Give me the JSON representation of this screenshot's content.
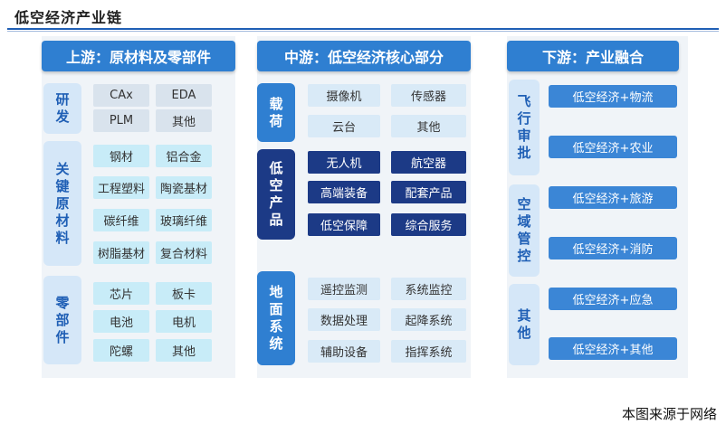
{
  "title": "低空经济产业链",
  "headers": {
    "upstream": "上游：原材料及零部件",
    "midstream": "中游：低空经济核心部分",
    "downstream": "下游：产业融合"
  },
  "upstream": {
    "rnd": {
      "label": "研发",
      "items": [
        "CAx",
        "EDA",
        "PLM",
        "其他"
      ]
    },
    "materials": {
      "label": "关键原材料",
      "items": [
        "钢材",
        "铝合金",
        "工程塑料",
        "陶瓷基材",
        "碳纤维",
        "玻璃纤维",
        "树脂基材",
        "复合材料"
      ]
    },
    "parts": {
      "label": "零部件",
      "items": [
        "芯片",
        "板卡",
        "电池",
        "电机",
        "陀螺",
        "其他"
      ]
    }
  },
  "midstream": {
    "payload": {
      "label": "载荷",
      "items": [
        "摄像机",
        "传感器",
        "云台",
        "其他"
      ]
    },
    "products": {
      "label": "低空产品",
      "items": [
        "无人机",
        "航空器",
        "高端装备",
        "配套产品",
        "低空保障",
        "综合服务"
      ]
    },
    "ground": {
      "label": "地面系统",
      "items": [
        "遥控监测",
        "系统监控",
        "数据处理",
        "起降系统",
        "辅助设备",
        "指挥系统"
      ]
    }
  },
  "downstream": {
    "flight": {
      "label": "飞行审批",
      "items": [
        "低空经济+物流",
        "低空经济+农业"
      ]
    },
    "airspace": {
      "label": "空域管控",
      "items": [
        "低空经济+旅游",
        "低空经济+消防"
      ]
    },
    "other": {
      "label": "其他",
      "items": [
        "低空经济+应急",
        "低空经济+其他"
      ]
    }
  },
  "credit": "本图来源于网络",
  "colors": {
    "header_blue": "#2f7fd1",
    "navy": "#1c3a86",
    "light_blue": "#d5e7f8",
    "sky": "#c8ecf8",
    "gray": "#d9e3ed"
  }
}
